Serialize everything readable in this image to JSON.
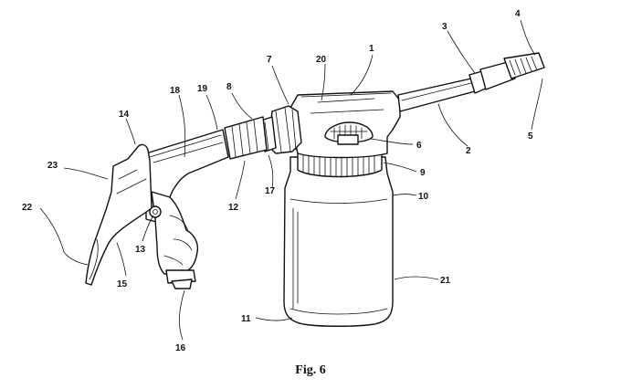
{
  "figure": {
    "caption": "Fig. 6",
    "reference_numerals": [
      "1",
      "2",
      "3",
      "4",
      "5",
      "6",
      "7",
      "8",
      "9",
      "10",
      "11",
      "12",
      "13",
      "14",
      "15",
      "16",
      "17",
      "18",
      "19",
      "20",
      "21",
      "22",
      "23"
    ]
  }
}
